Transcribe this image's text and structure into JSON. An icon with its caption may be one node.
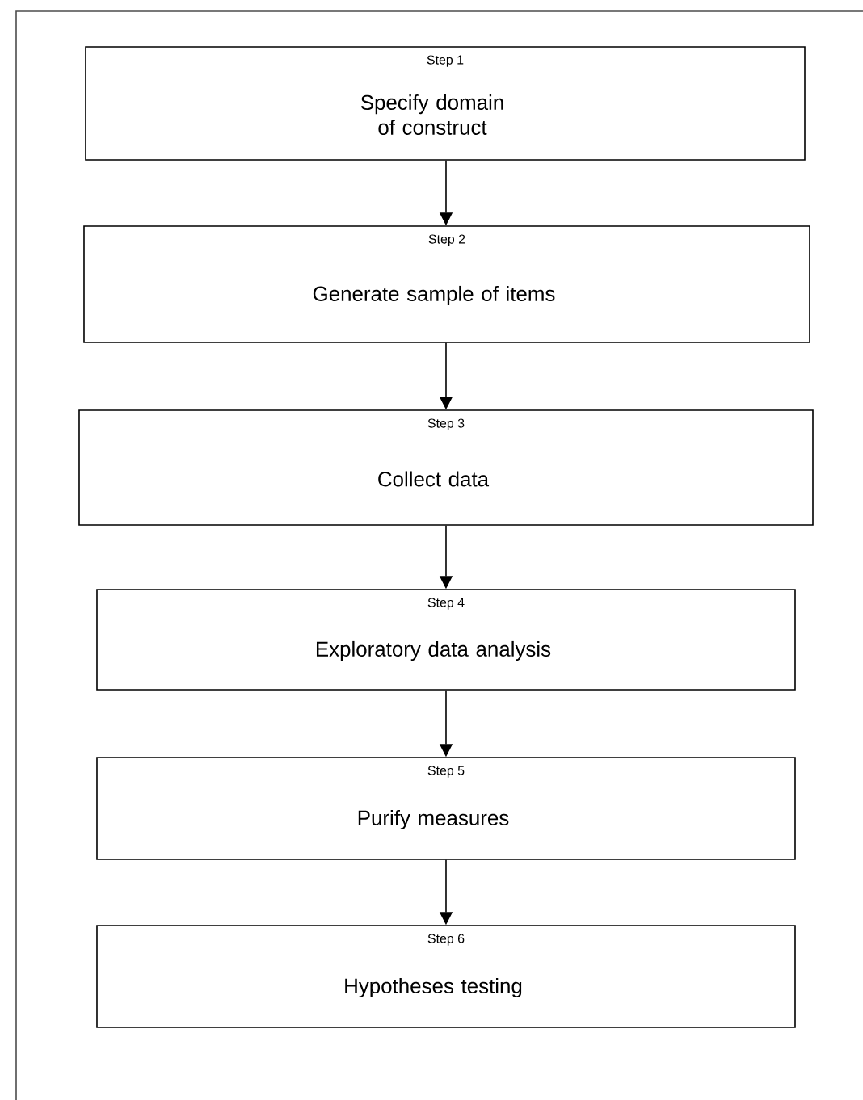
{
  "diagram": {
    "nodes": [
      {
        "text": [
          "Step 1",
          "Specify domain of construct"
        ]
      },
      {
        "text": [
          "Step 2",
          "Generate sample of items"
        ]
      },
      {
        "text": [
          "Step 3",
          "Collect data"
        ]
      },
      {
        "text": [
          "Step 4",
          "Exploratory data analysis"
        ]
      },
      {
        "text": [
          "Step 5",
          "Purify measures"
        ]
      },
      {
        "text": [
          "Step 6",
          "Hypotheses testing"
        ]
      }
    ],
    "edges": [
      {
        "from": 0,
        "to": 1,
        "arrow": "to"
      },
      {
        "from": 1,
        "to": 2,
        "arrow": "to"
      },
      {
        "from": 2,
        "to": 3,
        "arrow": "to"
      },
      {
        "from": 3,
        "to": 4,
        "arrow": "to"
      },
      {
        "from": 4,
        "to": 5,
        "arrow": "to"
      }
    ]
  }
}
